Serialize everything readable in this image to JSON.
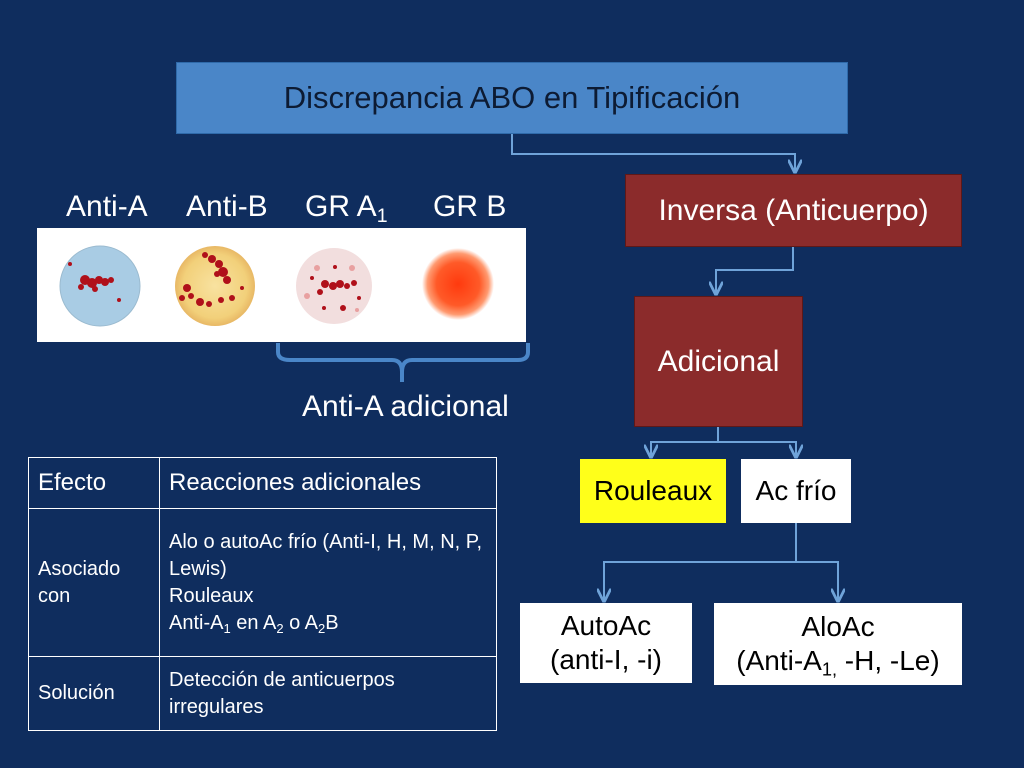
{
  "title": "Discrepancia ABO en Tipificación",
  "columns": {
    "anti_a": "Anti-A",
    "anti_b": "Anti-B",
    "gr_a1": "GR A",
    "gr_a1_sub": "1",
    "gr_b": "GR B"
  },
  "brace_label": "Anti-A adicional",
  "flow": {
    "inverse": "Inversa (Anticuerpo)",
    "additional": "Adicional",
    "rouleaux": "Rouleaux",
    "cold_ab": "Ac frío",
    "autoac_line1": "AutoAc",
    "autoac_line2": "(anti-I, -i)",
    "aloac_line1": "AloAc",
    "aloac_line2_a": "(Anti-A",
    "aloac_line2_sub": "1,",
    "aloac_line2_b": " -H, -Le)"
  },
  "table": {
    "header_col1": "Efecto",
    "header_col2": "Reacciones adicionales",
    "row1_col1": "Asociado con",
    "row1_line1": "Alo o autoAc frío (Anti-I, H, M, N, P, Lewis)",
    "row1_line2": "Rouleaux",
    "row1_line3_a": "Anti-A",
    "row1_line3_sub1": "1",
    "row1_line3_b": " en A",
    "row1_line3_sub2": "2",
    "row1_line3_c": " o A",
    "row1_line3_sub3": "2",
    "row1_line3_d": "B",
    "row2_col1": "Solución",
    "row2_col2": "Detección de anticuerpos irregulares"
  },
  "colors": {
    "background": "#0f2d5e",
    "title_box": "#4a86c8",
    "flow_box": "#8b2b2b",
    "rouleaux": "#ffff1a",
    "connector": "#6fa3d9"
  }
}
